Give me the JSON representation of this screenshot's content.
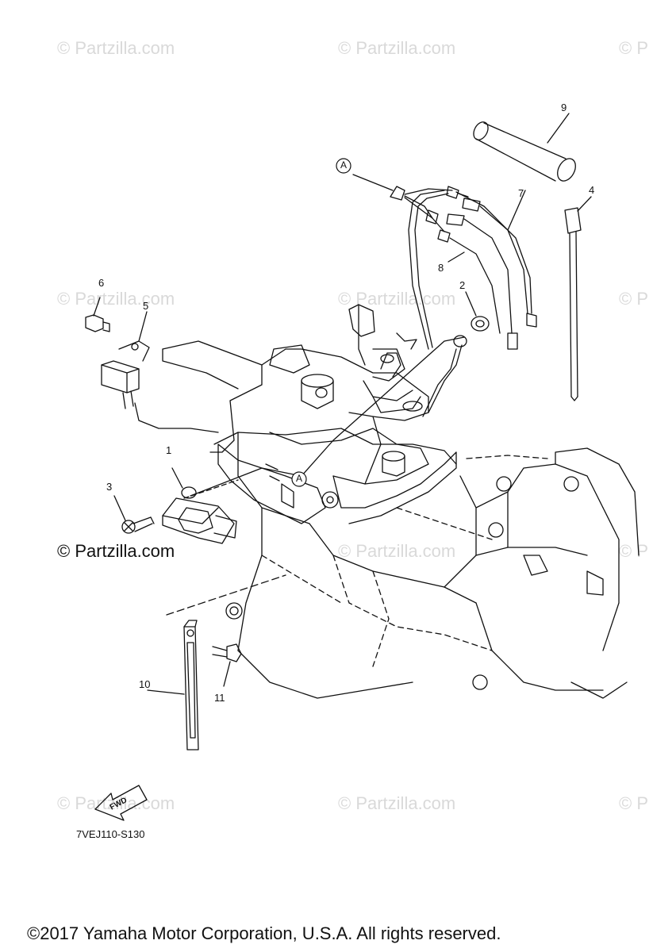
{
  "watermarks": [
    {
      "id": "wm-1",
      "text": "© Partzilla.com"
    },
    {
      "id": "wm-2",
      "text": "© Partzilla.com"
    },
    {
      "id": "wm-3",
      "text": "© P"
    },
    {
      "id": "wm-4",
      "text": "© Partzilla.com"
    },
    {
      "id": "wm-5",
      "text": "© Partzilla.com"
    },
    {
      "id": "wm-6",
      "text": "© P"
    },
    {
      "id": "wm-7",
      "text": "© Partzilla.com"
    },
    {
      "id": "wm-8",
      "text": "© P"
    },
    {
      "id": "wm-9",
      "text": "© Partzilla.com"
    },
    {
      "id": "wm-10",
      "text": "© Partzilla.com"
    },
    {
      "id": "wm-11",
      "text": "© P"
    }
  ],
  "credit": "© Partzilla.com",
  "callouts": [
    "1",
    "2",
    "3",
    "4",
    "5",
    "6",
    "7",
    "8",
    "9",
    "10",
    "11"
  ],
  "reference_marker": "A",
  "fwd_label": "FWD",
  "diagram_code": "7VEJ110-S130",
  "copyright": "©2017  Yamaha Motor Corporation, U.S.A. All rights reserved."
}
